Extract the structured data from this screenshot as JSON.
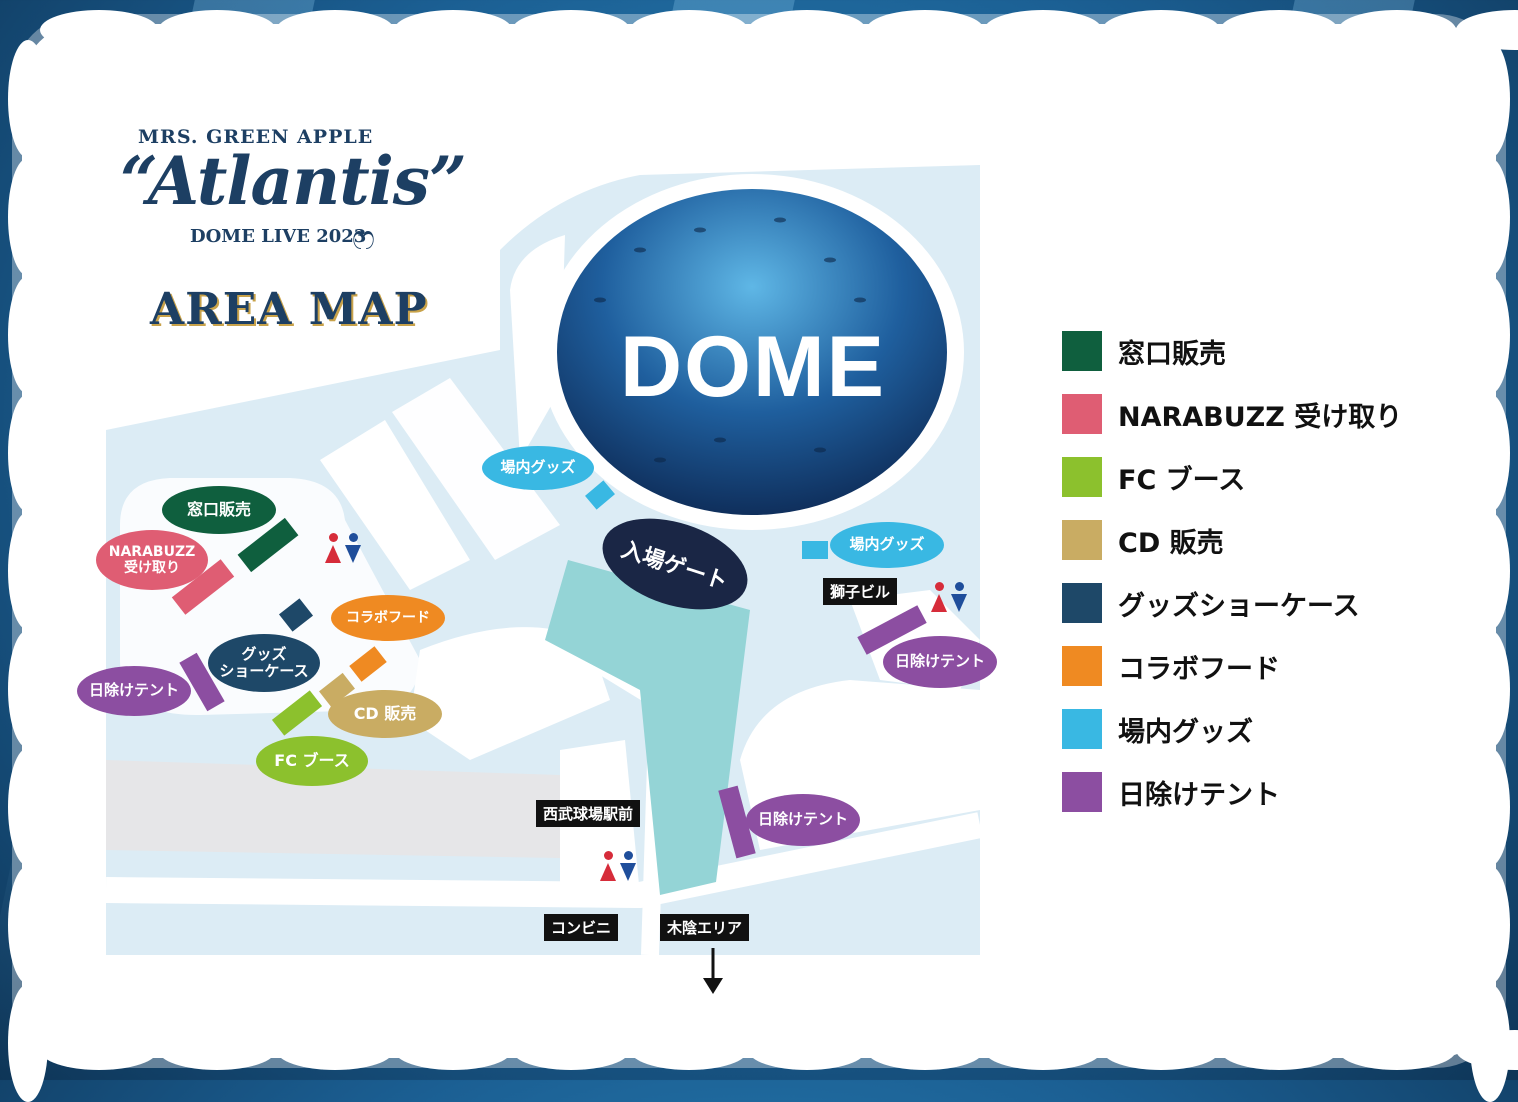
{
  "logo": {
    "brand": "MRS. GREEN APPLE",
    "title": "“Atlantis”",
    "subtitle": "DOME LIVE 2023"
  },
  "area_title": "AREA MAP",
  "dome_label": "DOME",
  "gate_label": "入場ゲート",
  "colors": {
    "window_sales": "#0f5f3e",
    "narabuzz": "#df5d73",
    "fc_booth": "#8cc12d",
    "cd_sales": "#c9ac63",
    "goods_showcase": "#1e4868",
    "collab_food": "#ef8a22",
    "venue_goods": "#39b8e3",
    "sunshade_tent": "#8c4ea1",
    "path": "#dcecf5",
    "plaza": "#94d4d6"
  },
  "map_labels": {
    "window_sales": "窓口販売",
    "narabuzz": "NARABUZZ\n受け取り",
    "collab_food": "コラボフード",
    "goods_showcase": "グッズ\nショーケース",
    "cd_sales": "CD 販売",
    "fc_booth": "FC ブース",
    "tent_left": "日除けテント",
    "tent_right": "日除けテント",
    "tent_bottom": "日除けテント",
    "venue_goods_left": "場内グッズ",
    "venue_goods_right": "場内グッズ"
  },
  "places": {
    "lion_building": "獅子ビル",
    "station": "西武球場駅前",
    "convenience_store": "コンビニ",
    "shade_area": "木陰エリア"
  },
  "legend": [
    {
      "label": "窓口販売",
      "color": "#0f5f3e"
    },
    {
      "label": "NARABUZZ 受け取り",
      "color": "#df5d73"
    },
    {
      "label": "FC ブース",
      "color": "#8cc12d"
    },
    {
      "label": "CD 販売",
      "color": "#c9ac63"
    },
    {
      "label": "グッズショーケース",
      "color": "#1e4868"
    },
    {
      "label": "コラボフード",
      "color": "#ef8a22"
    },
    {
      "label": "場内グッズ",
      "color": "#39b8e3"
    },
    {
      "label": "日除けテント",
      "color": "#8c4ea1"
    }
  ],
  "icons": {
    "restroom": "restroom-icon",
    "arrow": "arrow-down-icon"
  }
}
